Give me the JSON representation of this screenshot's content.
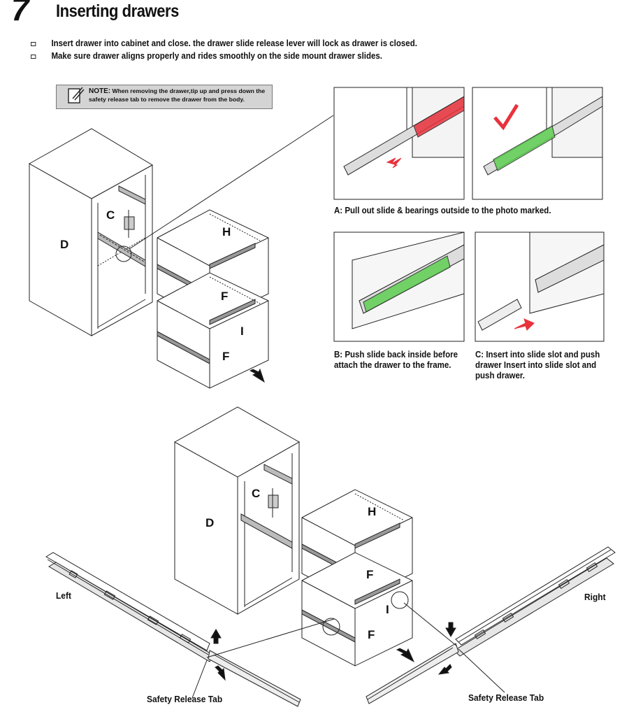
{
  "header": {
    "step_number": "7",
    "title": "Inserting drawers"
  },
  "instructions": [
    "Insert drawer into cabinet and close. the drawer slide release lever will lock as drawer is closed.",
    "Make sure drawer aligns properly and rides smoothly on the side mount drawer slides."
  ],
  "note": {
    "label": "NOTE:",
    "text": "When removing the drawer,tip up and press down the safety release tab to remove the drawer from the body."
  },
  "captions": {
    "a": "A: Pull out slide & bearings outside to the photo marked.",
    "b": "B: Push slide back inside before attach the drawer to the frame.",
    "c": "C: Insert into slide slot and push drawer Insert into slide slot and push drawer."
  },
  "part_labels": {
    "c": "C",
    "d": "D",
    "h": "H",
    "f": "F",
    "i": "I"
  },
  "slide_labels": {
    "left": "Left",
    "right": "Right",
    "safety_tab_left": "Safety Release Tab",
    "safety_tab_right": "Safety Release Tab"
  },
  "colors": {
    "wrong_slide": "#e8323c",
    "correct_slide": "#5fcf52",
    "check_mark": "#e8323c",
    "arrow_red": "#e8323c",
    "note_bg": "#d4d4d4"
  }
}
